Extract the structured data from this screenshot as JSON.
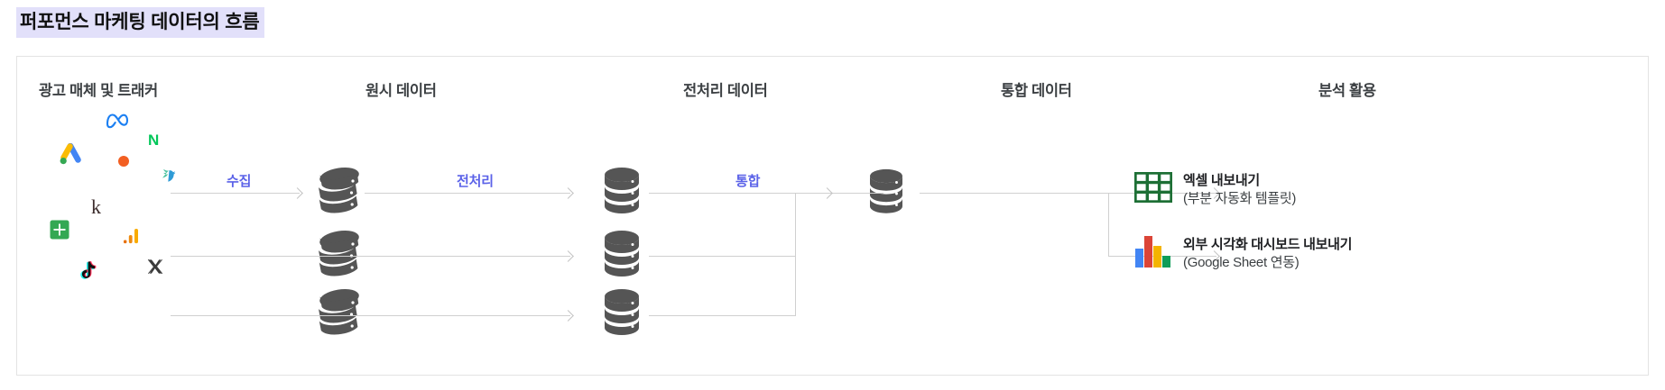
{
  "title": "퍼포먼스 마케팅 데이터의 흐름",
  "colors": {
    "title_highlight": "#e2e0fa",
    "edge_label": "#5b62e8",
    "line": "#d0d0d0",
    "db_icon": "#555555",
    "card_border": "#e3e3e3",
    "excel_green": "#1d6f35",
    "naver_green": "#03c75a",
    "google_blue": "#4285f4",
    "google_red": "#db4437",
    "google_yellow": "#f4b400",
    "google_green": "#0f9d58"
  },
  "columns": [
    {
      "id": "sources",
      "label": "광고 매체 및 트래커"
    },
    {
      "id": "raw",
      "label": "원시 데이터"
    },
    {
      "id": "processed",
      "label": "전처리 데이터"
    },
    {
      "id": "unified",
      "label": "통합 데이터"
    },
    {
      "id": "analysis",
      "label": "분석 활용"
    }
  ],
  "edges": [
    {
      "id": "collect",
      "label": "수집"
    },
    {
      "id": "prep",
      "label": "전처리"
    },
    {
      "id": "merge",
      "label": "통합"
    }
  ],
  "source_logos": [
    {
      "id": "meta",
      "name": "meta-logo"
    },
    {
      "id": "naver",
      "name": "naver-logo",
      "glyph": "N"
    },
    {
      "id": "gads",
      "name": "google-ads-logo"
    },
    {
      "id": "dot",
      "name": "orange-dot-logo"
    },
    {
      "id": "bird",
      "name": "twitter-bird-logo"
    },
    {
      "id": "kakao",
      "name": "kakao-logo",
      "glyph": "k"
    },
    {
      "id": "sheets",
      "name": "google-sheets-logo"
    },
    {
      "id": "ga",
      "name": "google-analytics-logo"
    },
    {
      "id": "tiktok",
      "name": "tiktok-logo"
    },
    {
      "id": "x",
      "name": "x-logo"
    }
  ],
  "databases": {
    "raw_count": 3,
    "processed_count": 3,
    "unified_count": 1
  },
  "outputs": [
    {
      "id": "excel",
      "icon": "excel-grid-icon",
      "title": "엑셀 내보내기",
      "subtitle": "(부분 자동화 템플릿)"
    },
    {
      "id": "dashboard",
      "icon": "bar-chart-icon",
      "title": "외부 시각화 대시보드 내보내기",
      "subtitle": "(Google Sheet 연동)"
    }
  ]
}
